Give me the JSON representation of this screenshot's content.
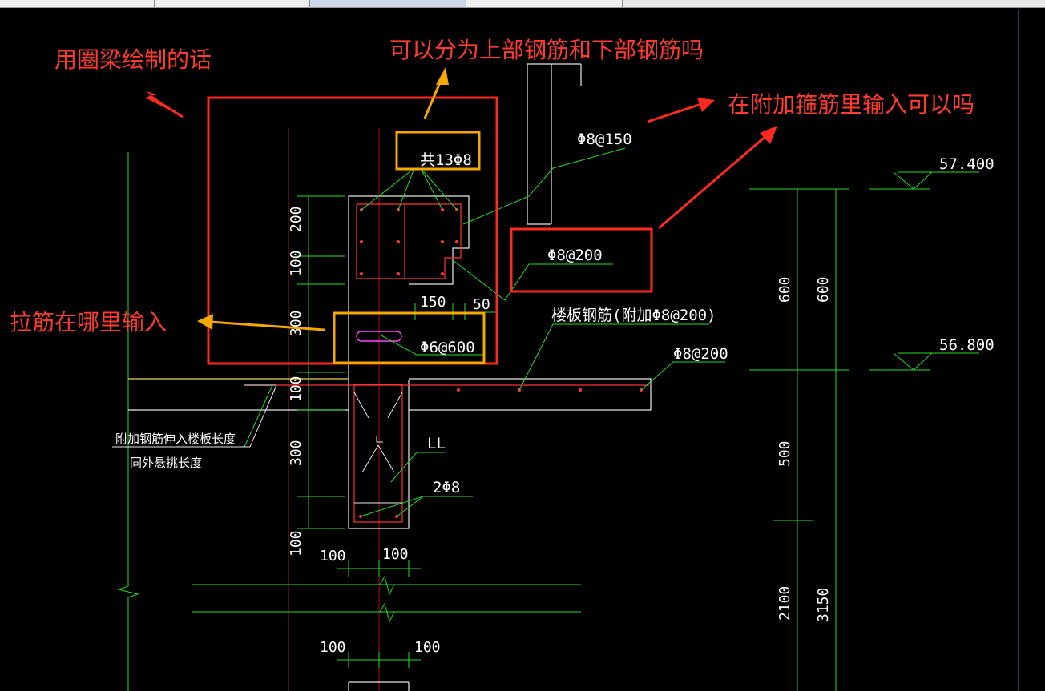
{
  "tabs": [
    "",
    "",
    "",
    ""
  ],
  "annotations": {
    "ring_beam": "用圈梁绘制的话",
    "upper_lower": "可以分为上部钢筋和下部钢筋吗",
    "additional_stirrup": "在附加箍筋里输入可以吗",
    "tie_bar": "拉筋在哪里输入"
  },
  "labels": {
    "total_bars": "共13Φ8",
    "stirrup_150": "Φ8@150",
    "stirrup_200": "Φ8@200",
    "tie_600": "Φ6@600",
    "slab_bars": "楼板钢筋(附加Φ8@200)",
    "slab_200": "Φ8@200",
    "beam_ll": "LL",
    "bottom_bars": "2Φ8",
    "note_line1": "附加钢筋伸入楼板长度",
    "note_line2": "同外悬挑长度"
  },
  "elevations": {
    "upper": "57.400",
    "lower": "56.800"
  },
  "dimensions": {
    "d200": "200",
    "d100a": "100",
    "d300a": "300",
    "d100b": "100",
    "d300b": "300",
    "d100c": "100",
    "d150": "150",
    "d50": "50",
    "d100_bl": "100",
    "d100_br": "100",
    "d100_bl2": "100",
    "d100_br2": "100",
    "r600a": "600",
    "r600b": "600",
    "r500": "500",
    "r2100": "2100",
    "r3150": "3150"
  },
  "colors": {
    "background": "#000000",
    "annotation_red": "#ff3b2f",
    "highlight_orange": "#f5a800",
    "leader_green": "#22dd22",
    "rebar_red": "#ff3333",
    "axis_red": "#aa1010",
    "slab_yellow": "#c8b428",
    "tie_magenta": "#ff44ff"
  }
}
